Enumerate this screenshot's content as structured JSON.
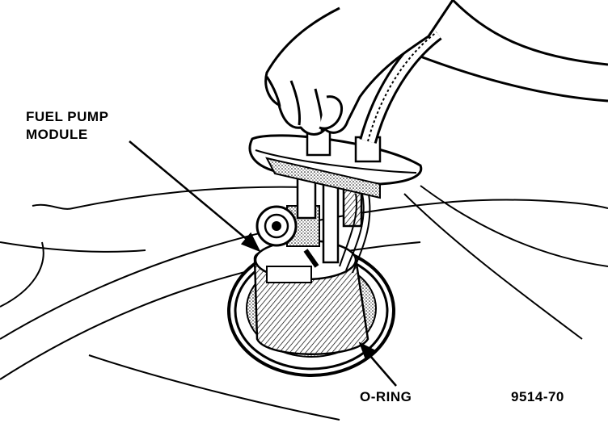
{
  "labels": {
    "fuel_pump_line1": "FUEL PUMP",
    "fuel_pump_line2": "MODULE",
    "o_ring": "O-RING",
    "figure_number": "9514-70"
  },
  "colors": {
    "ink": "#000000",
    "paper": "#ffffff",
    "shade": "#8a8a8a"
  }
}
